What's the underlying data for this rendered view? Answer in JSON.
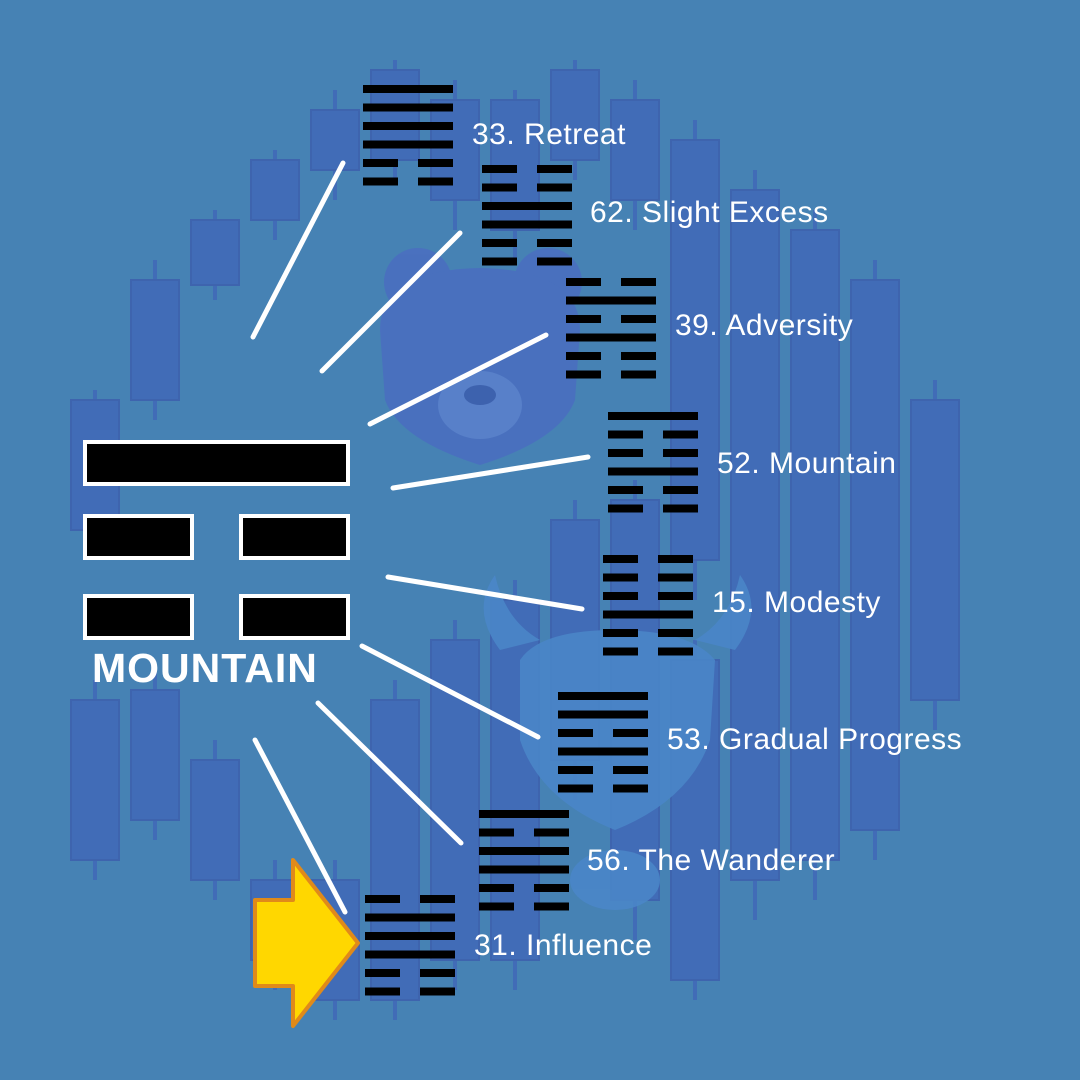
{
  "colors": {
    "background": "#4682b4",
    "candle": "#4169b8",
    "line": "#ffffff",
    "arrow_fill": "#ffd700",
    "arrow_stroke": "#e08a1a",
    "bar": "#000000"
  },
  "trigram": {
    "name": "MOUNTAIN",
    "lines": [
      "yang",
      "yin",
      "yin"
    ]
  },
  "hexagrams": [
    {
      "label": "33. Retreat",
      "lines": [
        "yang",
        "yang",
        "yang",
        "yang",
        "yin",
        "yin"
      ],
      "highlighted": false
    },
    {
      "label": "62. Slight Excess",
      "lines": [
        "yin",
        "yin",
        "yang",
        "yang",
        "yin",
        "yin"
      ],
      "highlighted": false
    },
    {
      "label": "39. Adversity",
      "lines": [
        "yin",
        "yang",
        "yin",
        "yang",
        "yin",
        "yin"
      ],
      "highlighted": false
    },
    {
      "label": "52. Mountain",
      "lines": [
        "yang",
        "yin",
        "yin",
        "yang",
        "yin",
        "yin"
      ],
      "highlighted": false
    },
    {
      "label": "15. Modesty",
      "lines": [
        "yin",
        "yin",
        "yin",
        "yang",
        "yin",
        "yin"
      ],
      "highlighted": false
    },
    {
      "label": "53. Gradual Progress",
      "lines": [
        "yang",
        "yang",
        "yin",
        "yang",
        "yin",
        "yin"
      ],
      "highlighted": false
    },
    {
      "label": "56. The Wanderer",
      "lines": [
        "yang",
        "yin",
        "yang",
        "yang",
        "yin",
        "yin"
      ],
      "highlighted": false
    },
    {
      "label": "31. Influence",
      "lines": [
        "yin",
        "yang",
        "yang",
        "yang",
        "yin",
        "yin"
      ],
      "highlighted": true
    }
  ]
}
